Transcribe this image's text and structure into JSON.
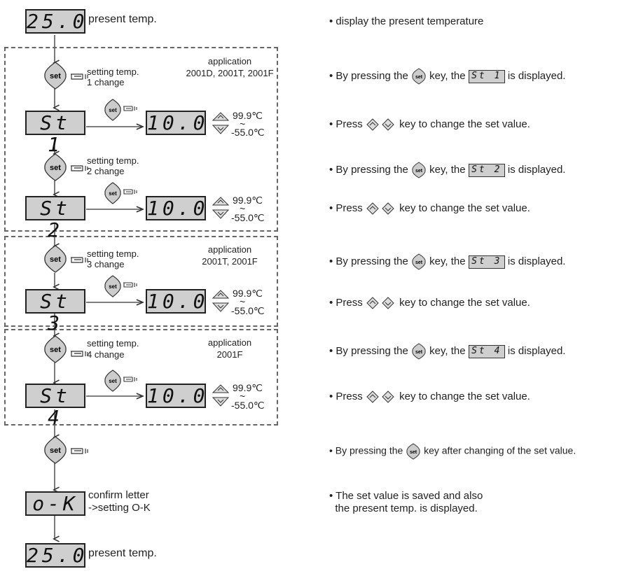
{
  "displays": {
    "start": "25.0",
    "st1": "St 1",
    "st2": "St 2",
    "st3": "St 3",
    "st4": "St 4",
    "set_value": "10.0",
    "confirm": "o-K",
    "end": "25.0"
  },
  "labels": {
    "present_temp": "present temp.",
    "confirm_line1": "confirm letter",
    "confirm_line2": "->setting O-K"
  },
  "key_labels": {
    "set": "set"
  },
  "steps": [
    {
      "note_line1": "setting temp.",
      "note_line2": "1 change",
      "app_line1": "application",
      "app_line2": "2001D, 2001T, 2001F"
    },
    {
      "note_line1": "setting temp.",
      "note_line2": "2 change"
    },
    {
      "note_line1": "setting temp.",
      "note_line2": "3 change",
      "app_line1": "application",
      "app_line2": "2001T, 2001F"
    },
    {
      "note_line1": "setting temp.",
      "note_line2": "4 change",
      "app_line1": "application",
      "app_line2": "2001F"
    }
  ],
  "range": {
    "max": "99.9℃",
    "tilde": "~",
    "min": "-55.0℃"
  },
  "descriptions": {
    "d0": "display the present temperature",
    "key_prefix": "By pressing the",
    "key_middle": "key, the",
    "key_suffix": "is displayed.",
    "press_prefix": "Press",
    "press_suffix": "key to change the set value.",
    "after_change_prefix": "By pressing the",
    "after_change_suffix": "key after changing of the set value.",
    "saved_line1": "The set value is saved and also",
    "saved_line2": "the present temp. is displayed.",
    "lcd_st1": "St 1",
    "lcd_st2": "St 2",
    "lcd_st3": "St 3",
    "lcd_st4": "St 4"
  },
  "colors": {
    "lcd_bg": "#cfcfcf",
    "key_bg": "#cccccc",
    "dash_border": "#666666"
  }
}
